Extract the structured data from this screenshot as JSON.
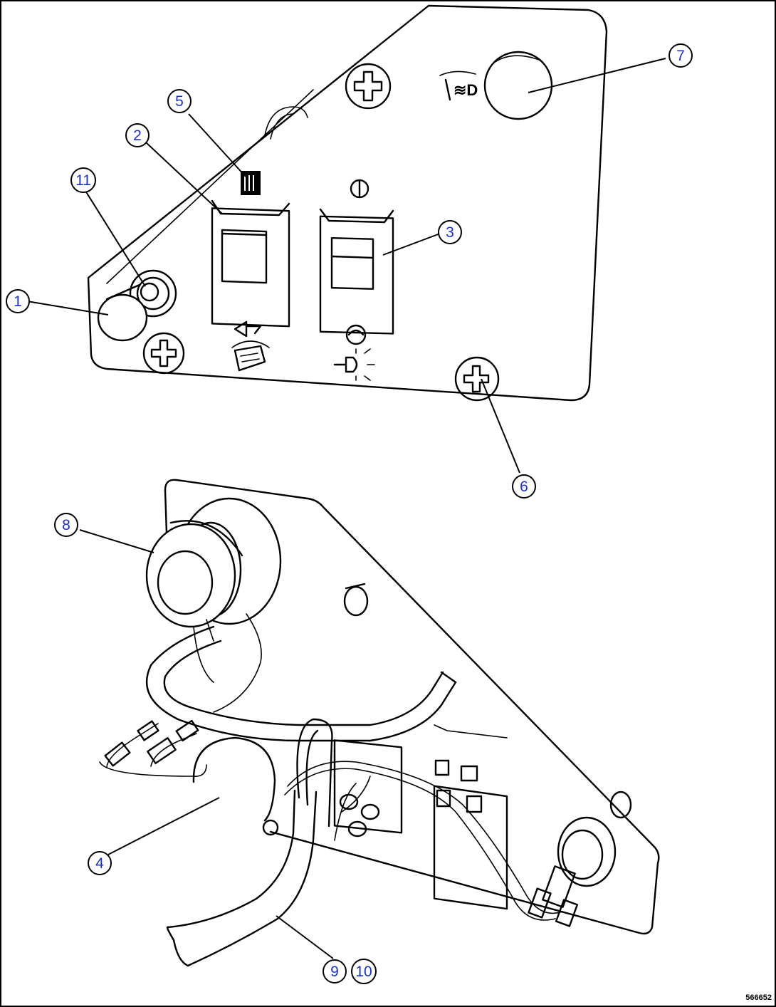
{
  "callouts": [
    {
      "id": "c1",
      "label": "1"
    },
    {
      "id": "c2",
      "label": "2"
    },
    {
      "id": "c3",
      "label": "3"
    },
    {
      "id": "c4",
      "label": "4"
    },
    {
      "id": "c5",
      "label": "5"
    },
    {
      "id": "c6",
      "label": "6"
    },
    {
      "id": "c7",
      "label": "7"
    },
    {
      "id": "c8",
      "label": "8"
    },
    {
      "id": "c9",
      "label": "9"
    },
    {
      "id": "c10",
      "label": "10"
    },
    {
      "id": "c11",
      "label": "11"
    }
  ],
  "figure_code": "566652",
  "colors": {
    "callout_text": "#1a2fd6",
    "line": "#000000",
    "background": "#ffffff"
  }
}
